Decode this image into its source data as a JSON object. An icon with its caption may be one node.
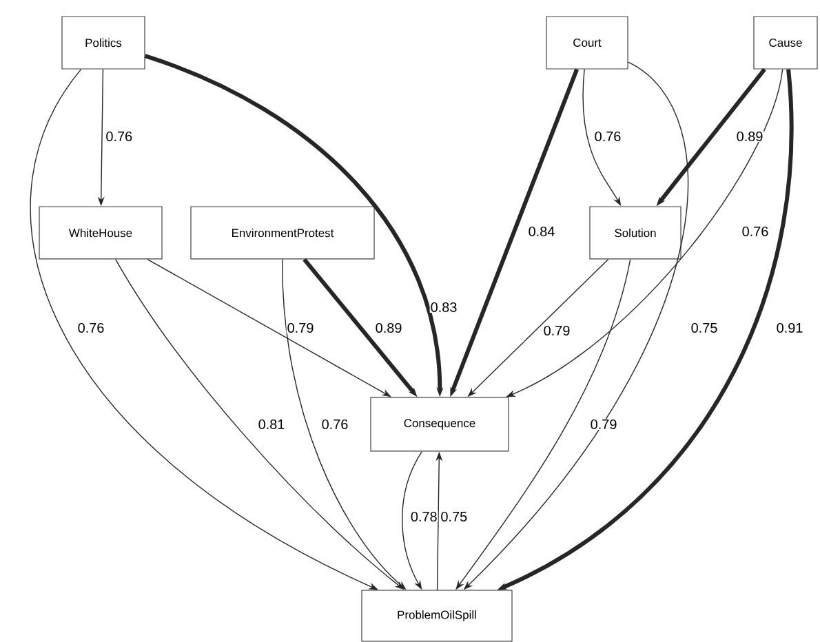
{
  "diagram": {
    "nodes": [
      {
        "text": [
          "Politics"
        ]
      },
      {
        "text": [
          "Court"
        ]
      },
      {
        "text": [
          "Cause"
        ]
      },
      {
        "text": [
          "WhiteHouse"
        ]
      },
      {
        "text": [
          "EnvironmentProtest"
        ]
      },
      {
        "text": [
          "Solution"
        ]
      },
      {
        "text": [
          "Consequence"
        ]
      },
      {
        "text": [
          "ProblemOilSpill"
        ]
      }
    ],
    "edges": [
      {
        "from": 0,
        "to": 3,
        "arrow": "to",
        "label": "0.76"
      },
      {
        "from": 0,
        "to": 7,
        "arrow": "to",
        "label": "0.76"
      },
      {
        "from": 0,
        "to": 6,
        "arrow": "to",
        "label": "0.83",
        "style": "thick"
      },
      {
        "from": 3,
        "to": 6,
        "arrow": "to",
        "label": "0.79"
      },
      {
        "from": 3,
        "to": 7,
        "arrow": "to",
        "label": "0.81"
      },
      {
        "from": 4,
        "to": 6,
        "arrow": "to",
        "label": "0.89",
        "style": "thick"
      },
      {
        "from": 4,
        "to": 7,
        "arrow": "to",
        "label": "0.76"
      },
      {
        "from": 1,
        "to": 5,
        "arrow": "to",
        "label": "0.76"
      },
      {
        "from": 1,
        "to": 6,
        "arrow": "to",
        "label": "0.84",
        "style": "thick"
      },
      {
        "from": 1,
        "to": 7,
        "arrow": "to",
        "label": "0.75"
      },
      {
        "from": 2,
        "to": 5,
        "arrow": "to",
        "label": "0.89",
        "style": "thick"
      },
      {
        "from": 2,
        "to": 6,
        "arrow": "to",
        "label": "0.76"
      },
      {
        "from": 2,
        "to": 7,
        "arrow": "to",
        "label": "0.91",
        "style": "thick"
      },
      {
        "from": 5,
        "to": 6,
        "arrow": "to",
        "label": "0.79"
      },
      {
        "from": 5,
        "to": 7,
        "arrow": "to",
        "label": "0.79"
      },
      {
        "from": 6,
        "to": 7,
        "arrow": "to",
        "label": "0.78"
      },
      {
        "from": 7,
        "to": 6,
        "arrow": "to",
        "label": "0.75"
      }
    ]
  }
}
